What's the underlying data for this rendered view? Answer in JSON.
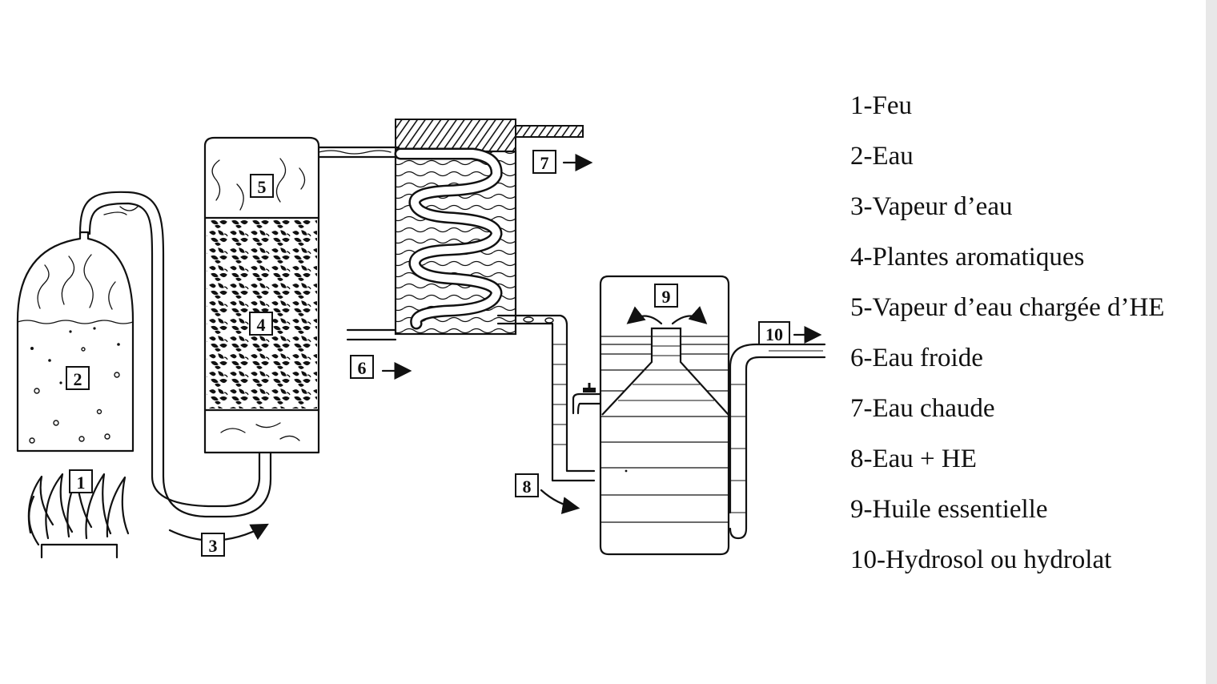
{
  "diagram_markers": [
    "1",
    "2",
    "3",
    "4",
    "5",
    "6",
    "7",
    "8",
    "9",
    "10"
  ],
  "legend": [
    "1-Feu",
    "2-Eau",
    "3-Vapeur d’eau",
    "4-Plantes aromatiques",
    "5-Vapeur d’eau chargée d’HE",
    "6-Eau froide",
    "7-Eau chaude",
    "8-Eau + HE",
    "9-Huile essentielle",
    "10-Hydrosol ou hydrolat"
  ],
  "colors": {
    "ink": "#111111",
    "paper": "#ffffff"
  }
}
